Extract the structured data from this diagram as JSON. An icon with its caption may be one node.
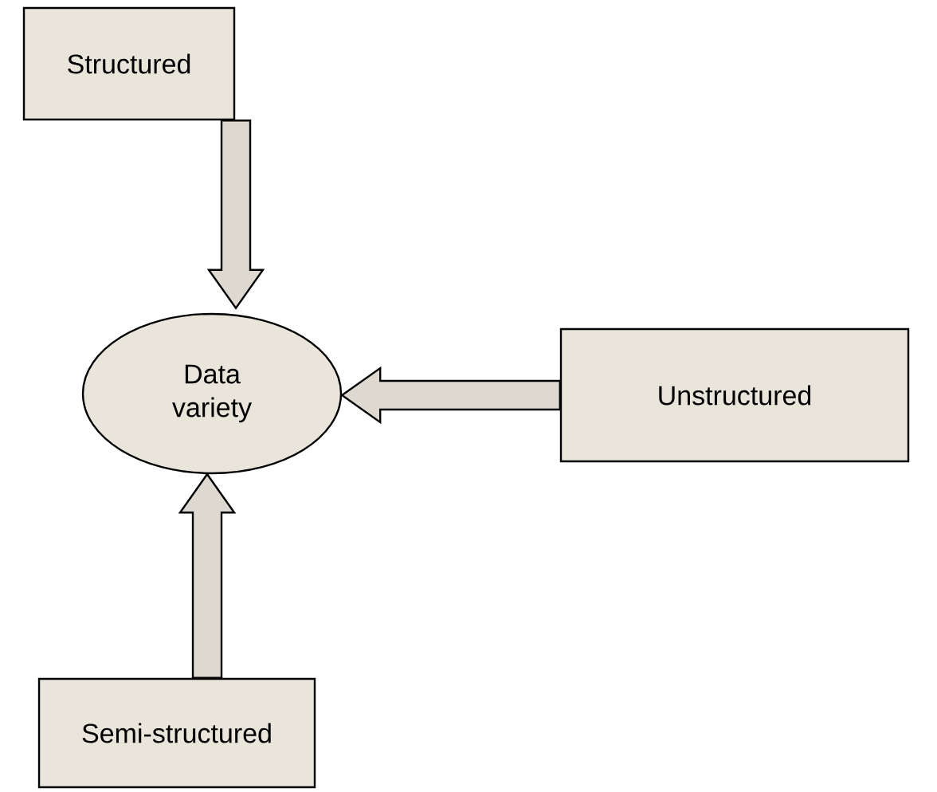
{
  "diagram": {
    "nodes": [
      {
        "text": [
          "Structured"
        ]
      },
      {
        "text": [
          "Data variety"
        ]
      },
      {
        "text": [
          "Unstructured"
        ]
      },
      {
        "text": [
          "Semi-structured"
        ]
      }
    ],
    "edges": [
      {
        "from": 0,
        "to": 1,
        "arrow": "to"
      },
      {
        "from": 2,
        "to": 1,
        "arrow": "to"
      },
      {
        "from": 3,
        "to": 1,
        "arrow": "to"
      }
    ]
  }
}
